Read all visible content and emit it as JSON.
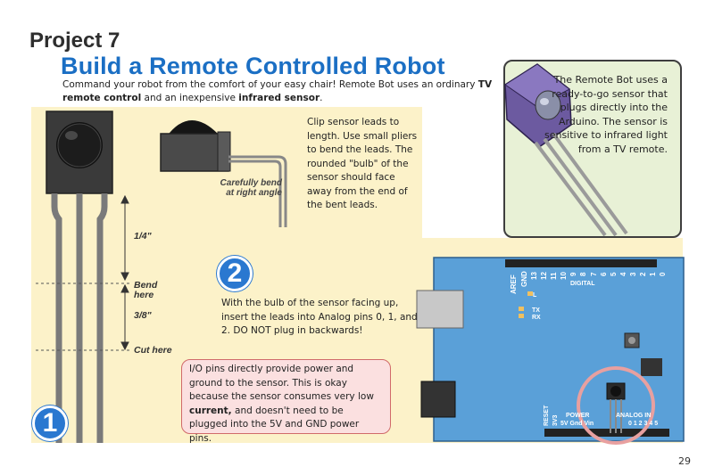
{
  "header": {
    "project_label": "Project 7",
    "title": "Build a Remote Controlled Robot"
  },
  "intro": {
    "text_1": "Command your robot from the comfort of your easy chair! Remote Bot uses an ordinary ",
    "bold_1": "TV remote control",
    "text_2": " and an inexpensive ",
    "bold_2": "infrared sensor",
    "text_3": "."
  },
  "sensor_note": "The Remote Bot uses a ready-to-go sensor that plugs directly into the Arduino. The sensor is sensitive to infrared light from a TV remote.",
  "step1": {
    "badge": "1",
    "clip_note": "Clip sensor leads to length. Use small pliers to bend the leads. The rounded \"bulb\" of the sensor should face away from the end of the bent leads.",
    "bend_note": "Carefully bend at right angle",
    "dim_quarter": "1/4\"",
    "dim_bend": "Bend here",
    "dim_38": "3/8\"",
    "dim_cut": "Cut here"
  },
  "step2": {
    "badge": "2",
    "insert_note": "With the bulb of the sensor facing up, insert the leads into Analog pins 0, 1, and 2. DO NOT plug in backwards!",
    "io_text_1": "I/O pins directly provide power and ground to the sensor. This is okay because the sensor consumes very low ",
    "io_bold": "current,",
    "io_text_2": " and doesn't need to be plugged into the 5V and GND power pins."
  },
  "board": {
    "aref": "AREF",
    "gnd": "GND",
    "pin13": "13",
    "pin12": "12",
    "pin11": "11",
    "pin10": "10",
    "pin9": "9",
    "pin8": "8",
    "pin7": "7",
    "pin6": "6",
    "pin5": "5",
    "pin4": "4",
    "pin3": "3",
    "pin2": "2",
    "pin1": "1",
    "pin0": "0",
    "digital": "DIGITAL",
    "led_l": "L",
    "led_tx": "TX",
    "led_rx": "RX",
    "reset": "RESET",
    "v33": "3V3",
    "power": "POWER",
    "power_pins": "5V Gnd Vin",
    "analog_in": "ANALOG IN",
    "analog_pins": "0 1 2 3 4 5",
    "board_color": "#5aa0d8",
    "highlight_color": "#e8a0a0"
  },
  "page_number": "29"
}
